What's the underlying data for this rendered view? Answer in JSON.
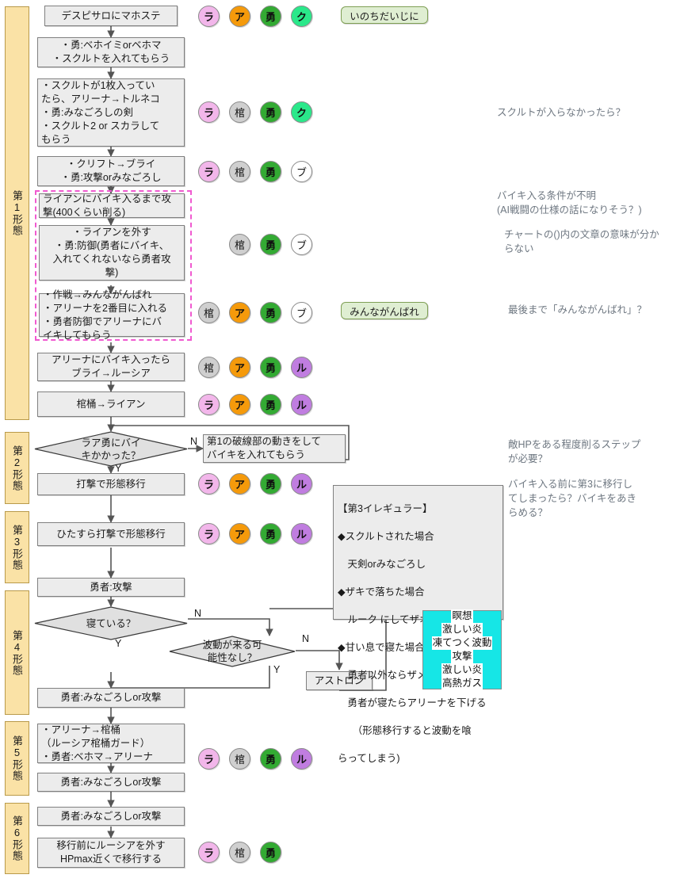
{
  "phases": [
    {
      "label": "第1形態"
    },
    {
      "label": "第2形態"
    },
    {
      "label": "第3形態"
    },
    {
      "label": "第4形態"
    },
    {
      "label": "第5形態"
    },
    {
      "label": "第6形態"
    }
  ],
  "nodes": [
    {
      "id": "n1",
      "text": "デスピサロにマホステ"
    },
    {
      "id": "n2",
      "text": "・勇:ベホイミorベホマ\n・スクルトを入れてもらう"
    },
    {
      "id": "n3",
      "text": "・スクルトが1枚入ってい\nたら、アリーナ→トルネコ\n・勇:みなごろしの剣\n・スクルト2 or スカラして\nもらう"
    },
    {
      "id": "n4",
      "text": "・クリフト→ブライ\n・勇:攻撃orみなごろし"
    },
    {
      "id": "n5",
      "text": "ライアンにバイキ入るまで攻\n撃(400くらい削る)"
    },
    {
      "id": "n6",
      "text": "・ライアンを外す\n・勇:防御(勇者にバイキ、\n入れてくれないなら勇者攻\n撃)"
    },
    {
      "id": "n7",
      "text": "・作戦→みんながんばれ\n・アリーナを2番目に入れる\n・勇者防御でアリーナにバ\nイキしてもらう"
    },
    {
      "id": "n8",
      "text": "アリーナにバイキ入ったら\nブライ→ルーシア"
    },
    {
      "id": "n9",
      "text": "棺桶→ライアン"
    },
    {
      "id": "n10",
      "text": "第1の破線部の動きをして\nバイキを入れてもらう"
    },
    {
      "id": "n11",
      "text": "打撃で形態移行"
    },
    {
      "id": "n12",
      "text": "ひたすら打撃で形態移行"
    },
    {
      "id": "n13",
      "text": "勇者:攻撃"
    },
    {
      "id": "n14",
      "text": "アストロン"
    },
    {
      "id": "n15",
      "text": "勇者:みなごろしor攻撃"
    },
    {
      "id": "n16",
      "text": "・アリーナ→棺桶\n（ルーシア棺桶ガード）\n・勇者:ベホマ→アリーナ"
    },
    {
      "id": "n17",
      "text": "勇者:みなごろしor攻撃"
    },
    {
      "id": "n18",
      "text": "勇者:みなごろしor攻撃"
    },
    {
      "id": "n19",
      "text": "移行前にルーシアを外す\nHPmax近くで移行する"
    }
  ],
  "decisions": [
    {
      "id": "d1",
      "text": "ラア勇にバイ\nキかかった？",
      "yes": "Y",
      "no": "N"
    },
    {
      "id": "d2",
      "text": "寝ている？",
      "yes": "Y",
      "no": "N"
    },
    {
      "id": "d3",
      "text": "波動が来る可\n能性なし？",
      "yes": "Y",
      "no": "N"
    }
  ],
  "tactics": [
    {
      "id": "t1",
      "text": "いのちだいじに"
    },
    {
      "id": "t2",
      "text": "みんながんばれ"
    }
  ],
  "memo": {
    "id": "m1",
    "text": "【第3イレギュラー】\n◆スクルトされた場合\n　天剣orみなごろし\n◆ザキで落ちた場合\n　ルーク にしてザオラル or 葉\n◆甘い息で寝た場合\n　勇者以外ならザメハ\n　勇者が寝たらアリーナを下げる\n　　（形態移行すると波動を喰\nらってしまう)"
  },
  "memo_lines": [
    "【第3イレギュラー】",
    "◆スクルトされた場合",
    "　天剣orみなごろし",
    "◆ザキで落ちた場合",
    "　ルーク にしてザオラル or 葉",
    "◆甘い息で寝た場合",
    "　勇者以外ならザメハ",
    "　勇者が寝たらアリーナを下げる",
    "　　（形態移行すると波動を喰",
    "らってしまう)"
  ],
  "cyan_box": {
    "id": "c1",
    "lines": [
      "瞑想",
      "激しい炎",
      "凍てつく波動",
      "攻撃",
      "激しい炎",
      "高熱ガス"
    ],
    "color": "#16e6e6"
  },
  "notes": [
    {
      "id": "q1",
      "text": "スクルトが入らなかったら？"
    },
    {
      "id": "q2",
      "text": "バイキ入る条件が不明\n(AI戦闘の仕様の話になりそう？)"
    },
    {
      "id": "q3",
      "text": "チャートの()内の文章の意味が分か\nらない"
    },
    {
      "id": "q4",
      "text": "最後まで「みんながんばれ」？"
    },
    {
      "id": "q5",
      "text": "敵HPをある程度削るステップ\nが必要？"
    },
    {
      "id": "q6",
      "text": "バイキ入る前に第3に移行し\nてしまったら？バイキをあき\nらめる？"
    }
  ],
  "party_rows": [
    {
      "row": 0,
      "members": [
        {
          "label": "ラ",
          "color": "#f2b6ea"
        },
        {
          "label": "ア",
          "color": "#f59a0b"
        },
        {
          "label": "勇",
          "color": "#33aa33",
          "bold": true
        },
        {
          "label": "ク",
          "color": "#2ae88a"
        }
      ]
    },
    {
      "row": 1,
      "members": [
        {
          "label": "ラ",
          "color": "#f2b6ea"
        },
        {
          "label": "棺",
          "color": "#cfcfcf"
        },
        {
          "label": "勇",
          "color": "#33aa33",
          "bold": true
        },
        {
          "label": "ク",
          "color": "#2ae88a"
        }
      ]
    },
    {
      "row": 2,
      "members": [
        {
          "label": "ラ",
          "color": "#f2b6ea"
        },
        {
          "label": "棺",
          "color": "#cfcfcf"
        },
        {
          "label": "勇",
          "color": "#33aa33",
          "bold": true
        },
        {
          "label": "ブ",
          "color": "#ffffff"
        }
      ]
    },
    {
      "row": 3,
      "members": [
        {
          "label": "棺",
          "color": "#cfcfcf"
        },
        {
          "label": "勇",
          "color": "#33aa33",
          "bold": true
        },
        {
          "label": "ブ",
          "color": "#ffffff"
        }
      ]
    },
    {
      "row": 4,
      "members": [
        {
          "label": "棺",
          "color": "#cfcfcf"
        },
        {
          "label": "ア",
          "color": "#f59a0b"
        },
        {
          "label": "勇",
          "color": "#33aa33",
          "bold": true
        },
        {
          "label": "ブ",
          "color": "#ffffff"
        }
      ]
    },
    {
      "row": 5,
      "members": [
        {
          "label": "棺",
          "color": "#cfcfcf"
        },
        {
          "label": "ア",
          "color": "#f59a0b"
        },
        {
          "label": "勇",
          "color": "#33aa33",
          "bold": true
        },
        {
          "label": "ル",
          "color": "#c07de0"
        }
      ]
    },
    {
      "row": 6,
      "members": [
        {
          "label": "ラ",
          "color": "#f2b6ea"
        },
        {
          "label": "ア",
          "color": "#f59a0b"
        },
        {
          "label": "勇",
          "color": "#33aa33",
          "bold": true
        },
        {
          "label": "ル",
          "color": "#c07de0"
        }
      ]
    },
    {
      "row": 7,
      "members": [
        {
          "label": "ラ",
          "color": "#f2b6ea"
        },
        {
          "label": "ア",
          "color": "#f59a0b"
        },
        {
          "label": "勇",
          "color": "#33aa33",
          "bold": true
        },
        {
          "label": "ル",
          "color": "#c07de0"
        }
      ]
    },
    {
      "row": 8,
      "members": [
        {
          "label": "ラ",
          "color": "#f2b6ea"
        },
        {
          "label": "ア",
          "color": "#f59a0b"
        },
        {
          "label": "勇",
          "color": "#33aa33",
          "bold": true
        },
        {
          "label": "ル",
          "color": "#c07de0"
        }
      ]
    },
    {
      "row": 9,
      "members": [
        {
          "label": "ラ",
          "color": "#f2b6ea"
        },
        {
          "label": "棺",
          "color": "#cfcfcf"
        },
        {
          "label": "勇",
          "color": "#33aa33",
          "bold": true
        },
        {
          "label": "ル",
          "color": "#c07de0"
        }
      ]
    },
    {
      "row": 10,
      "members": [
        {
          "label": "ラ",
          "color": "#f2b6ea"
        },
        {
          "label": "棺",
          "color": "#cfcfcf"
        },
        {
          "label": "勇",
          "color": "#33aa33",
          "bold": true
        }
      ]
    }
  ],
  "colors": {
    "phase_fill": "#fae2a6",
    "node_fill": "#ececec",
    "node_border": "#808080",
    "tactic_fill": "#dfeed2",
    "dash_highlight": "#f05ad0",
    "note_text": "#6e7781"
  }
}
